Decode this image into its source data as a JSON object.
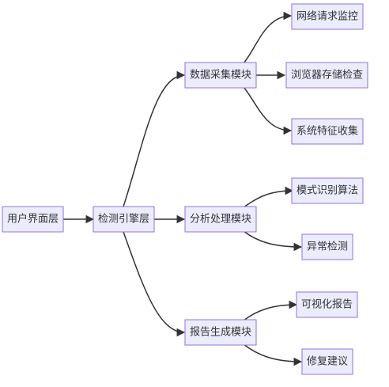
{
  "nodes": {
    "ui_layer": "用户界面层",
    "detect_engine": "检测引擎层",
    "data_collect": "数据采集模块",
    "analysis": "分析处理模块",
    "report_gen": "报告生成模块",
    "net_monitor": "网络请求监控",
    "storage_check": "浏览器存储检查",
    "system_features": "系统特征收集",
    "pattern_recog": "模式识别算法",
    "anomaly": "异常检测",
    "visual_report": "可视化报告",
    "repair": "修复建议"
  },
  "edges": [
    [
      "ui_layer",
      "detect_engine"
    ],
    [
      "detect_engine",
      "data_collect"
    ],
    [
      "detect_engine",
      "analysis"
    ],
    [
      "detect_engine",
      "report_gen"
    ],
    [
      "data_collect",
      "net_monitor"
    ],
    [
      "data_collect",
      "storage_check"
    ],
    [
      "data_collect",
      "system_features"
    ],
    [
      "analysis",
      "pattern_recog"
    ],
    [
      "analysis",
      "anomaly"
    ],
    [
      "report_gen",
      "visual_report"
    ],
    [
      "report_gen",
      "repair"
    ]
  ],
  "colors": {
    "node_fill": "#ececff",
    "node_border": "#9370db",
    "edge": "#333333",
    "text": "#333333"
  }
}
